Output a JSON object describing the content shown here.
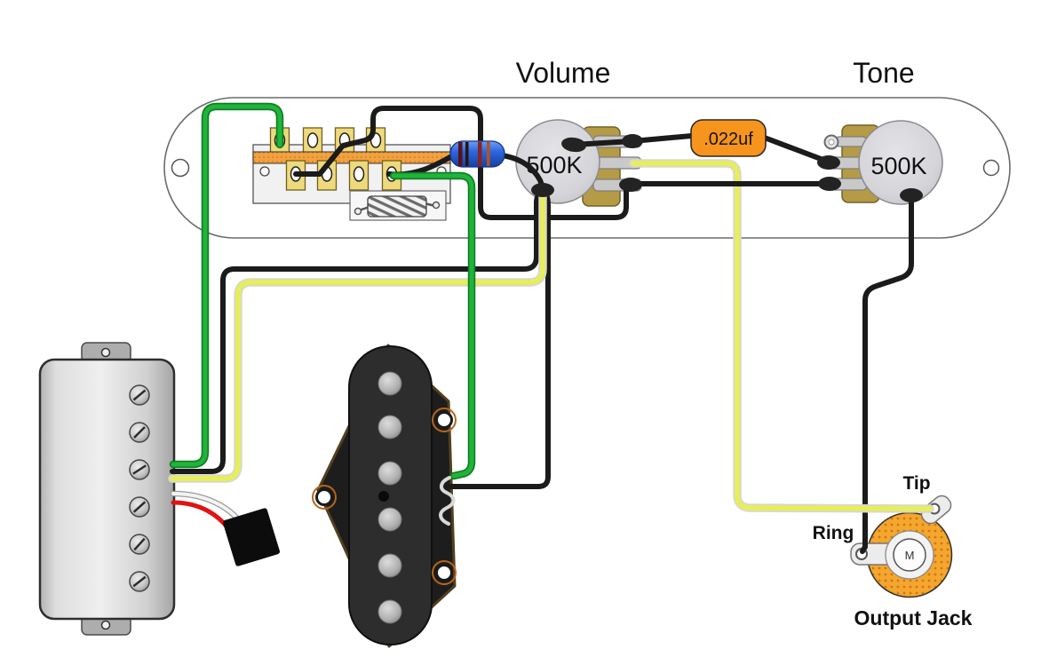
{
  "labels": {
    "volume": "Volume",
    "tone": "Tone",
    "volume_pot_value": "500K",
    "tone_pot_value": "500K",
    "capacitor_value": ".022uf",
    "jack_tip": "Tip",
    "jack_ring": "Ring",
    "output_jack": "Output Jack",
    "jack_mono_marking": "M"
  },
  "colors": {
    "wire_green": "#22b33a",
    "wire_yellow": "#e7ef56",
    "wire_black": "#1b1b1b",
    "wire_red": "#e01313",
    "wire_white": "#f3f3f3",
    "capacitor_orange": "#f7941d",
    "resistor_blue": "#2e66dd",
    "jack_orange": "#f5a62c",
    "brass": "#b59b45",
    "switch_lug_gold": "#eeda7c",
    "switch_strip_orange": "#f2a13e",
    "pot_body_gray": "#d5d5d9"
  }
}
